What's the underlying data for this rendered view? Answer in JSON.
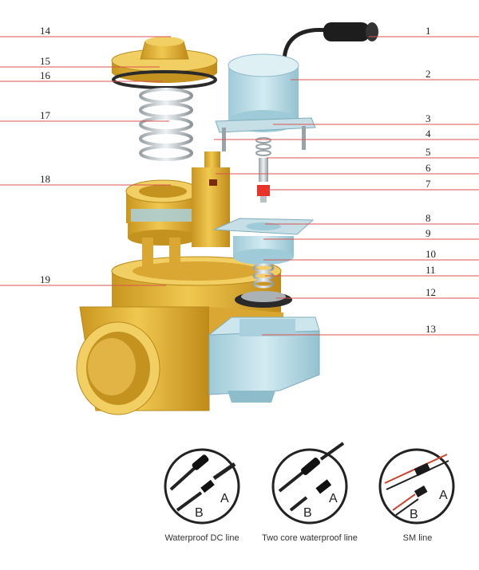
{
  "callouts": {
    "left": [
      "14",
      "15",
      "16",
      "17",
      "18",
      "19"
    ],
    "right": [
      "1",
      "2",
      "3",
      "4",
      "5",
      "6",
      "7",
      "8",
      "9",
      "10",
      "11",
      "12",
      "13"
    ]
  },
  "connectors": [
    {
      "caption": "Waterproof DC line",
      "label_a": "A",
      "label_b": "B"
    },
    {
      "caption": "Two core waterproof line",
      "label_a": "A",
      "label_b": "B"
    },
    {
      "caption": "SM line",
      "label_a": "A",
      "label_b": "B"
    }
  ],
  "colors": {
    "brass": "#e0b23a",
    "brass_dark": "#b8871c",
    "plastic": "#b9dbe6",
    "plastic_dark": "#8fbccb",
    "leader": "#d9534f",
    "cable": "#222222"
  }
}
